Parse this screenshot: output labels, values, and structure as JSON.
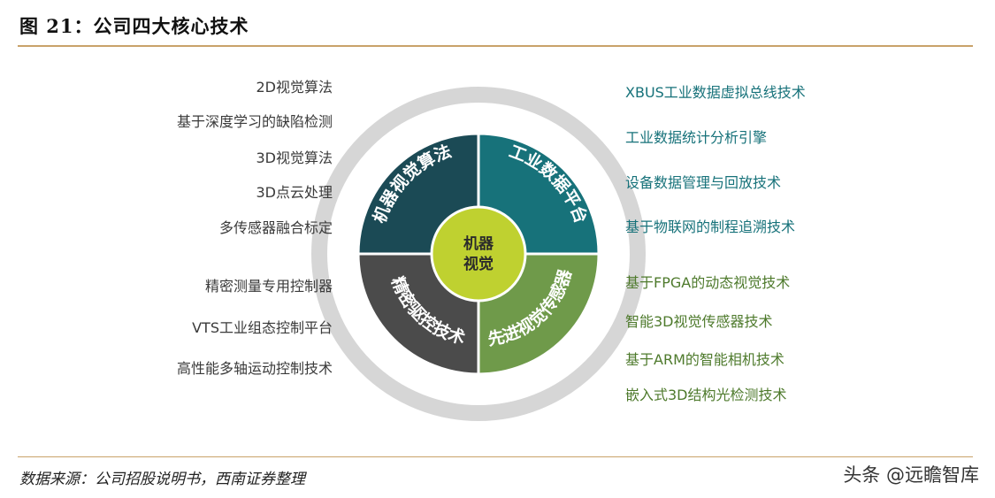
{
  "figure_title": "图 21：公司四大核心技术",
  "source_note": "数据来源：公司招股说明书，西南证券整理",
  "watermark": "头条 @远瞻智库",
  "center_label": [
    "机器",
    "视觉"
  ],
  "quadrants": [
    {
      "name": "机器视觉算法",
      "color": "#1b4a55"
    },
    {
      "name": "工业数据平台",
      "color": "#17727a"
    },
    {
      "name": "先进视觉传感器",
      "color": "#6f9a4a"
    },
    {
      "name": "精密驱控技术",
      "color": "#4b4b4b"
    }
  ],
  "center_color": "#bfd130",
  "ring_color": "#d6d6d6",
  "left_items": [
    {
      "text": "2D视觉算法",
      "group": "机器视觉算法"
    },
    {
      "text": "基于深度学习的缺陷检测",
      "group": "机器视觉算法"
    },
    {
      "text": "3D视觉算法",
      "group": "机器视觉算法"
    },
    {
      "text": "3D点云处理",
      "group": "机器视觉算法"
    },
    {
      "text": "多传感器融合标定",
      "group": "机器视觉算法"
    },
    {
      "text": "精密测量专用控制器",
      "group": "精密驱控技术"
    },
    {
      "text": "VTS工业组态控制平台",
      "group": "精密驱控技术"
    },
    {
      "text": "高性能多轴运动控制技术",
      "group": "精密驱控技术"
    }
  ],
  "right_items": [
    {
      "text": "XBUS工业数据虚拟总线技术",
      "group": "工业数据平台",
      "color": "#17727a"
    },
    {
      "text": "工业数据统计分析引擎",
      "group": "工业数据平台",
      "color": "#17727a"
    },
    {
      "text": "设备数据管理与回放技术",
      "group": "工业数据平台",
      "color": "#17727a"
    },
    {
      "text": "基于物联网的制程追溯技术",
      "group": "工业数据平台",
      "color": "#17727a"
    },
    {
      "text": "基于FPGA的动态视觉技术",
      "group": "先进视觉传感器",
      "color": "#4e7a2c"
    },
    {
      "text": "智能3D视觉传感器技术",
      "group": "先进视觉传感器",
      "color": "#4e7a2c"
    },
    {
      "text": "基于ARM的智能相机技术",
      "group": "先进视觉传感器",
      "color": "#4e7a2c"
    },
    {
      "text": "嵌入式3D结构光检测技术",
      "group": "先进视觉传感器",
      "color": "#4e7a2c"
    }
  ]
}
